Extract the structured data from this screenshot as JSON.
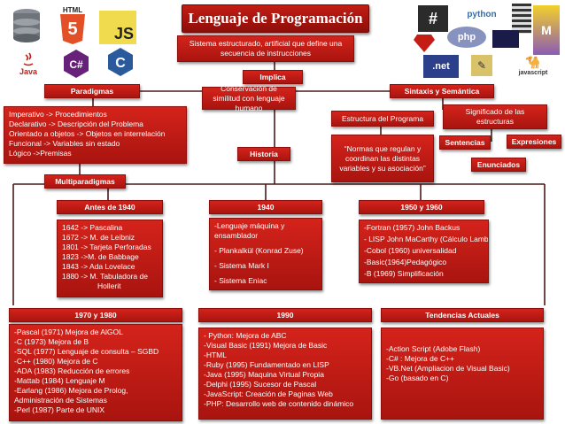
{
  "title": "Lenguaje de Programación",
  "definition": "Sistema estructurado, artificial que define una secuencia de instrucciones",
  "implica": "Implica",
  "paradigmas": {
    "label": "Paradigmas",
    "items": [
      "Imperativo -> Procedimientos",
      "Declarativo -> Descripción del Problema",
      "Orientado a objetos -> Objetos en interrelación",
      "Funcional -> Variables sin estado",
      "Lógico ->Premisas"
    ],
    "multi": "Multiparadigmas"
  },
  "conservacion": "Conservación de similitud con lenguaje humano",
  "historia": "Historia",
  "sintaxis": {
    "label": "Sintaxis y Semántica",
    "estructura": "Estructura del Programa",
    "quote": "“Normas que regulan y coordinan las distintas variables y su asociación”",
    "significado": "Significado de las estructuras",
    "sentencias": "Sentencias",
    "expresiones": "Expresiones",
    "enunciados": "Enunciados"
  },
  "eras": {
    "antes1940": {
      "label": "Antes de 1940",
      "items": [
        "1642 -> Pascalina",
        "1672 -> M. de Leibniz",
        "1801 -> Tarjeta Perforadas",
        "1823 ->M. de Babbage",
        "1843 -> Ada Lovelace",
        "1880 -> M. Tabuladora de",
        "Hollerit"
      ]
    },
    "e1940": {
      "label": "1940",
      "items": [
        "-Lenguaje máquina y",
        "ensamblador",
        "- Plankalkül (Konrad Zuse)",
        "- Sistema Mark I",
        "- Sistema Eniac"
      ]
    },
    "e1950": {
      "label": "1950 y 1960",
      "items": [
        "-Fortran (1957) John Backus",
        "- LISP John MaCarthy (Cálculo Lambda)",
        "-Cobol (1960) universalidad",
        "-Basic(1964)Pedagógico",
        "-B (1969) Simplificación"
      ]
    },
    "e1970": {
      "label": "1970 y 1980",
      "items": [
        "-Pascal (1971) Mejora de AlGOL",
        "-C (1973) Mejora de B",
        "-SQL (1977) Lenguaje de consulta – SGBD",
        "-C++ (1980) Mejora de C",
        "-ADA (1983) Reducción de errores",
        "-Mattab (1984) Lenguaje M",
        "-Earlang (1986) Mejora de Prolog,",
        "Administración de Sistemas",
        "-Perl (1987) Parte de UNIX"
      ]
    },
    "e1990": {
      "label": "1990",
      "items": [
        "- Python: Mejora de ABC",
        "-Visual Basic (1991) Mejora de Basic",
        "-HTML",
        "-Ruby (1995) Fundamentado en LISP",
        "-Java (1995) Maquina Virtual Propia",
        "-Delphi (1995)  Sucesor de Pascal",
        "-JavaScript: Creación de Paginas Web",
        "-PHP: Desarrollo web de contenido dinámico"
      ]
    },
    "tendencias": {
      "label": "Tendencias Actuales",
      "items": [
        "-Action Script (Adobe Flash)",
        "-C# : Mejora de C++",
        "-VB.Net (Ampliacion de Visual Basic)",
        "-Go (basado en C)"
      ]
    }
  },
  "logos": {
    "html": "HTML",
    "html_num": "5",
    "js": "JS",
    "java": "Java",
    "csharp": "C#",
    "c": "C",
    "hash": "#",
    "python": "python",
    "php": "php",
    "net": ".net",
    "javascript": "javascript"
  },
  "colors": {
    "box": "#c41d16",
    "line": "#4a1a18"
  }
}
